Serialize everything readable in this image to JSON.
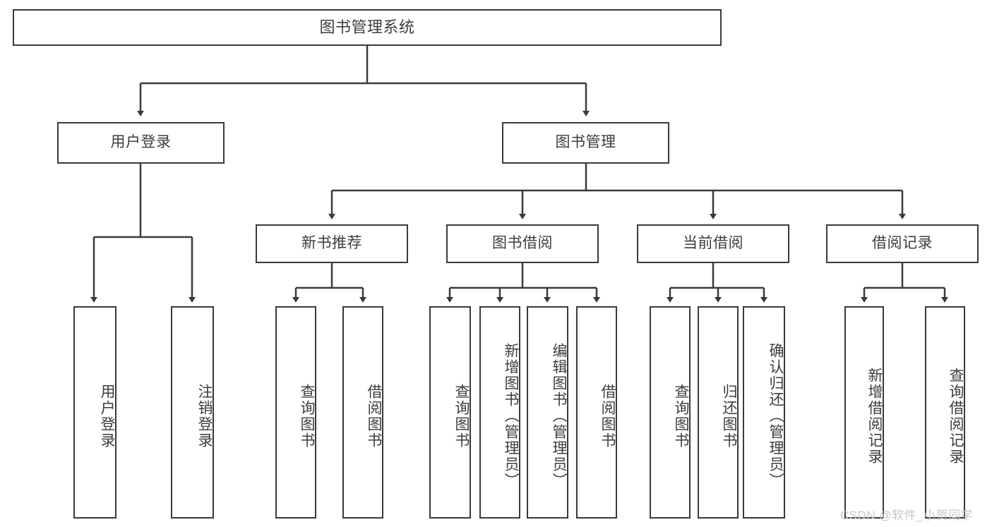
{
  "diagram": {
    "type": "tree-hierarchy",
    "title": "图书管理系统",
    "watermark": "CSDN @软件_小贺同学",
    "colors": {
      "border": "#3a3a3a",
      "text": "#3c3c3c",
      "background": "#ffffff",
      "watermark": "#c8c8c8"
    },
    "nodes": {
      "root": {
        "label": "图书管理系统",
        "level": 1
      },
      "l2": [
        {
          "id": "user-login",
          "label": "用户登录",
          "level": 2
        },
        {
          "id": "book-manage",
          "label": "图书管理",
          "level": 2
        }
      ],
      "l3": [
        {
          "id": "new-book-recommend",
          "label": "新书推荐",
          "level": 3,
          "parent": "book-manage"
        },
        {
          "id": "book-borrow",
          "label": "图书借阅",
          "level": 3,
          "parent": "book-manage"
        },
        {
          "id": "current-borrow",
          "label": "当前借阅",
          "level": 3,
          "parent": "book-manage"
        },
        {
          "id": "borrow-record",
          "label": "借阅记录",
          "level": 3,
          "parent": "book-manage"
        }
      ],
      "leaves": [
        {
          "id": "leaf-user-login",
          "label": "用户登录",
          "parent": "user-login"
        },
        {
          "id": "leaf-user-logout",
          "label": "注销登录",
          "parent": "user-login"
        },
        {
          "id": "leaf-query-book-1",
          "label": "查询图书",
          "parent": "new-book-recommend"
        },
        {
          "id": "leaf-borrow-book-1",
          "label": "借阅图书",
          "parent": "new-book-recommend"
        },
        {
          "id": "leaf-query-book-2",
          "label": "查询图书",
          "parent": "book-borrow"
        },
        {
          "id": "leaf-add-book",
          "label": "新增图书（管理员）",
          "parent": "book-borrow"
        },
        {
          "id": "leaf-edit-book",
          "label": "编辑图书（管理员）",
          "parent": "book-borrow"
        },
        {
          "id": "leaf-borrow-book-2",
          "label": "借阅图书",
          "parent": "book-borrow"
        },
        {
          "id": "leaf-query-book-3",
          "label": "查询图书",
          "parent": "current-borrow"
        },
        {
          "id": "leaf-return-book",
          "label": "归还图书",
          "parent": "current-borrow"
        },
        {
          "id": "leaf-confirm-return",
          "label": "确认归还（管理员）",
          "parent": "current-borrow"
        },
        {
          "id": "leaf-add-record",
          "label": "新增借阅记录",
          "parent": "borrow-record"
        },
        {
          "id": "leaf-query-record",
          "label": "查询借阅记录",
          "parent": "borrow-record"
        }
      ]
    }
  }
}
